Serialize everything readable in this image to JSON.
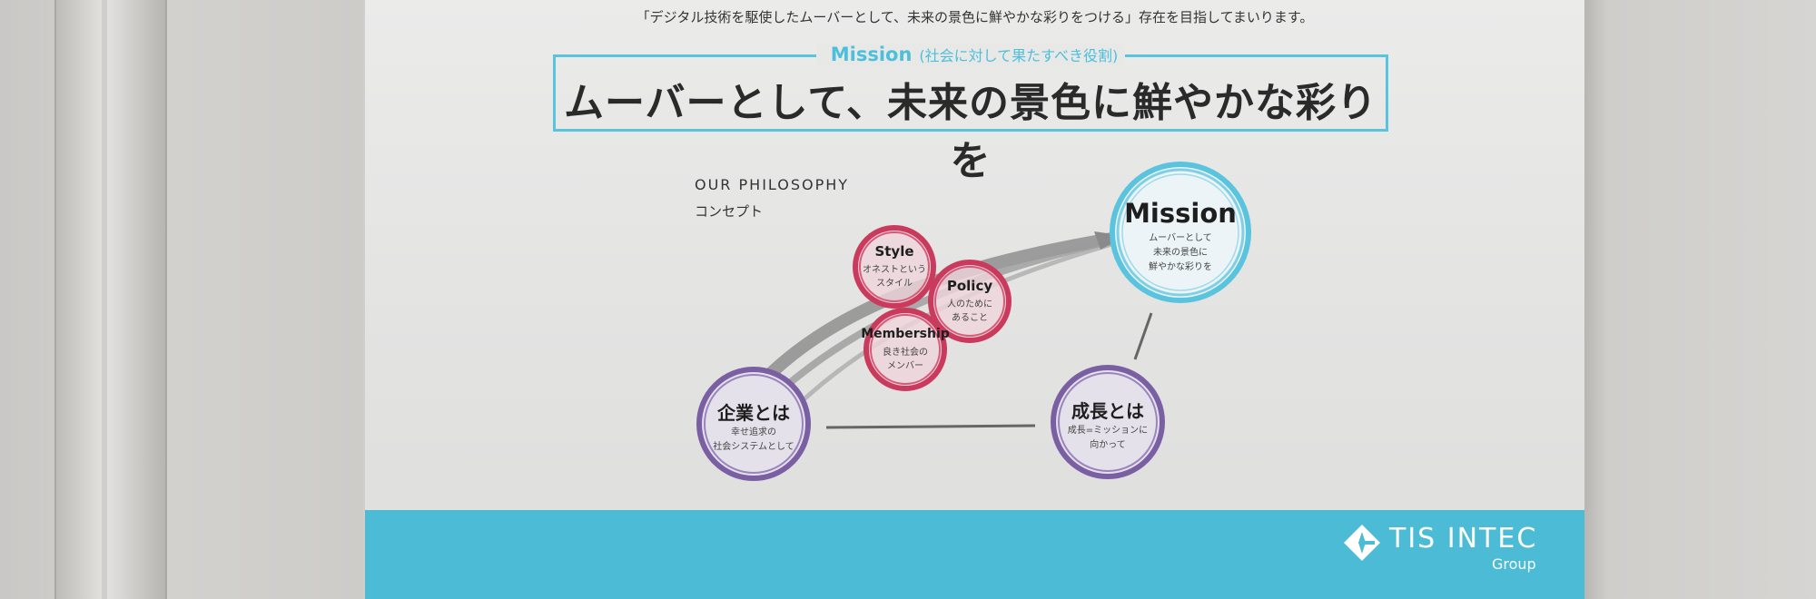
{
  "intro": "「デジタル技術を駆使したムーバーとして、未来の景色に鮮やかな彩りをつける」存在を目指してまいります。",
  "mission": {
    "label_en": "Mission",
    "label_ja": "(社会に対して果たすべき役割)",
    "statement": "ムーバーとして、未来の景色に鮮やかな彩りを"
  },
  "philosophy": {
    "title_en": "OUR PHILOSOPHY",
    "title_ja": "コンセプト"
  },
  "nodes": {
    "style": {
      "title": "Style",
      "line1": "オネストという",
      "line2": "スタイル"
    },
    "policy": {
      "title": "Policy",
      "line1": "人のために",
      "line2": "あること"
    },
    "membership": {
      "title": "Membership",
      "line1": "良き社会の",
      "line2": "メンバー"
    },
    "mission": {
      "title": "Mission",
      "line1": "ムーバーとして",
      "line2": "未来の景色に",
      "line3": "鮮やかな彩りを"
    },
    "company": {
      "title": "企業とは",
      "line1": "幸せ追求の",
      "line2": "社会システムとして"
    },
    "growth": {
      "title": "成長とは",
      "line1": "成長=ミッションに",
      "line2": "向かって"
    }
  },
  "logo": {
    "name": "TIS INTEC",
    "group": "Group"
  },
  "colors": {
    "cyan": "#4bbbd6",
    "purple": "#7a5fa3",
    "crimson": "#c93a5c",
    "dark": "#2a2a2a"
  }
}
